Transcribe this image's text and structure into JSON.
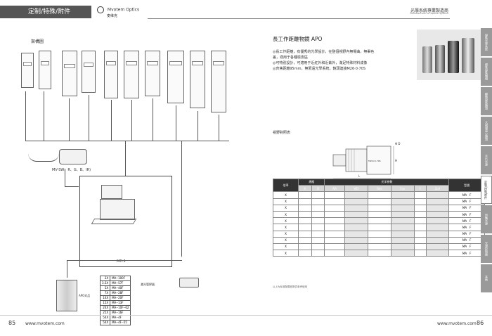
{
  "left_page": {
    "header_label": "定制/特殊/附件",
    "logo_text": "Mvotem Optics",
    "logo_sub": "麦维克",
    "section_title": "架構圖",
    "camera_label": "MV-SW、R、G、B、IR)",
    "mc_label": "MC-1",
    "apo_label": "APO对品",
    "light_label": "激光管焊器",
    "magnifications": [
      [
        "2X",
        "MA--100F"
      ],
      [
        "3.5X",
        "MA--57F"
      ],
      [
        "5X",
        "MA--40F"
      ],
      [
        "7X",
        "MA--28F"
      ],
      [
        "10X",
        "MA--20F"
      ],
      [
        "15X",
        "MA--13F"
      ],
      [
        "20X",
        "MA--10F--62"
      ],
      [
        "25X",
        "MA--16F"
      ],
      [
        "50X",
        "MA--4F"
      ],
      [
        "50X",
        "MA--4F--55"
      ]
    ],
    "page_number": "85",
    "website": "www.mvotem.com"
  },
  "right_page": {
    "header_title": "光學系統專業製造商",
    "header_sub": "Manufacturer of optical system",
    "side_tabs": [
      "變焦光學系統",
      "標準變焦鏡頭",
      "顯微變焦鏡頭",
      "大視場遠心鏡頭",
      "平行光源",
      "定制/特殊/附件",
      "同軸光源",
      "光源控制器",
      "其他"
    ],
    "active_tab": 5,
    "product_title": "長工作距離物鏡 APO",
    "description_lines": [
      "◎長工作距離，有優秀的光學設計，在整個視野內無場曲，無畢色",
      "差，適用于各種檢測區",
      "◎可特別設計，可適用于近紅外和近紫外，滿足特殊材料成像",
      "◎齊焦距離95mm，無限遠光學系統，鏡頭連接M26·0·70S"
    ],
    "drawing_subtitle": "視野對照表",
    "drawing_labels": {
      "dia_label": "Φ D",
      "length_label": "L",
      "height_label": "H",
      "thread_label": "M26×0.706"
    },
    "table": {
      "top_headers": [
        "倍率",
        "規格",
        "光学参数",
        "型號"
      ],
      "sub_headers": [
        "A",
        "B",
        "NA",
        "WD",
        "Res",
        "Fov",
        "F",
        "Dof"
      ],
      "rows": [
        [
          "X",
          "MA",
          "F"
        ],
        [
          "X",
          "MA",
          "F"
        ],
        [
          "X",
          "MA",
          "F"
        ],
        [
          "X",
          "MA",
          "F"
        ],
        [
          "X",
          "MA",
          "F"
        ],
        [
          "X",
          "MA",
          "F"
        ],
        [
          "X",
          "MA",
          "F"
        ],
        [
          "X",
          "MA",
          "F"
        ],
        [
          "X",
          "MA",
          "F"
        ],
        [
          "X",
          "MA",
          "F"
        ]
      ]
    },
    "note": "以上为标准配置参数供参考使用",
    "page_number": "86",
    "website": "www.mvotem.com"
  }
}
